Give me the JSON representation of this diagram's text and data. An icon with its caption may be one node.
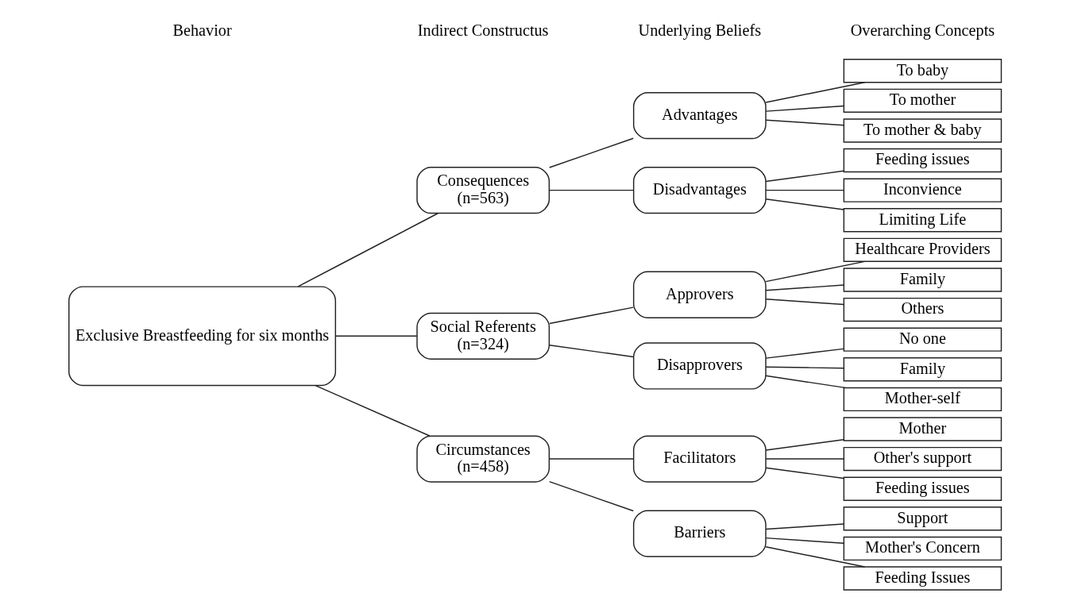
{
  "diagram": {
    "nodes": [
      {
        "text": [
          "Exclusive Breastfeeding for six months"
        ]
      },
      {
        "text": [
          "Consequences",
          "(n=563)"
        ]
      },
      {
        "text": [
          "Social Referents",
          "(n=324)"
        ]
      },
      {
        "text": [
          "Circumstances",
          "(n=458)"
        ]
      },
      {
        "text": [
          "Advantages"
        ]
      },
      {
        "text": [
          "Disadvantages"
        ]
      },
      {
        "text": [
          "Approvers"
        ]
      },
      {
        "text": [
          "Disapprovers"
        ]
      },
      {
        "text": [
          "Facilitators"
        ]
      },
      {
        "text": [
          "Barriers"
        ]
      },
      {
        "text": [
          "To baby"
        ]
      },
      {
        "text": [
          "To mother"
        ]
      },
      {
        "text": [
          "To mother & baby"
        ]
      },
      {
        "text": [
          "Feeding issues"
        ]
      },
      {
        "text": [
          "Inconvience"
        ]
      },
      {
        "text": [
          "Limiting Life"
        ]
      },
      {
        "text": [
          "Healthcare Providers"
        ]
      },
      {
        "text": [
          "Family"
        ]
      },
      {
        "text": [
          "Others"
        ]
      },
      {
        "text": [
          "No one"
        ]
      },
      {
        "text": [
          "Family"
        ]
      },
      {
        "text": [
          "Mother-self"
        ]
      },
      {
        "text": [
          "Mother"
        ]
      },
      {
        "text": [
          "Other's support"
        ]
      },
      {
        "text": [
          "Feeding issues"
        ]
      },
      {
        "text": [
          "Support"
        ]
      },
      {
        "text": [
          "Mother's Concern"
        ]
      },
      {
        "text": [
          "Feeding Issues"
        ]
      }
    ],
    "edges": [
      {
        "from": 0,
        "to": 1,
        "arrow": "none"
      },
      {
        "from": 0,
        "to": 2,
        "arrow": "none"
      },
      {
        "from": 0,
        "to": 3,
        "arrow": "none"
      },
      {
        "from": 1,
        "to": 4,
        "arrow": "none"
      },
      {
        "from": 1,
        "to": 5,
        "arrow": "none"
      },
      {
        "from": 2,
        "to": 6,
        "arrow": "none"
      },
      {
        "from": 2,
        "to": 7,
        "arrow": "none"
      },
      {
        "from": 3,
        "to": 8,
        "arrow": "none"
      },
      {
        "from": 3,
        "to": 9,
        "arrow": "none"
      },
      {
        "from": 4,
        "to": 10,
        "arrow": "none"
      },
      {
        "from": 4,
        "to": 11,
        "arrow": "none"
      },
      {
        "from": 4,
        "to": 12,
        "arrow": "none"
      },
      {
        "from": 5,
        "to": 13,
        "arrow": "none"
      },
      {
        "from": 5,
        "to": 14,
        "arrow": "none"
      },
      {
        "from": 5,
        "to": 15,
        "arrow": "none"
      },
      {
        "from": 6,
        "to": 16,
        "arrow": "none"
      },
      {
        "from": 6,
        "to": 17,
        "arrow": "none"
      },
      {
        "from": 6,
        "to": 18,
        "arrow": "none"
      },
      {
        "from": 7,
        "to": 19,
        "arrow": "none"
      },
      {
        "from": 7,
        "to": 20,
        "arrow": "none"
      },
      {
        "from": 7,
        "to": 21,
        "arrow": "none"
      },
      {
        "from": 8,
        "to": 22,
        "arrow": "none"
      },
      {
        "from": 8,
        "to": 23,
        "arrow": "none"
      },
      {
        "from": 8,
        "to": 24,
        "arrow": "none"
      },
      {
        "from": 9,
        "to": 25,
        "arrow": "none"
      },
      {
        "from": 9,
        "to": 26,
        "arrow": "none"
      },
      {
        "from": 9,
        "to": 27,
        "arrow": "none"
      }
    ],
    "labels": [
      "Behavior",
      "Indirect Constructus",
      "Underlying Beliefs",
      "Overarching Concepts"
    ]
  }
}
